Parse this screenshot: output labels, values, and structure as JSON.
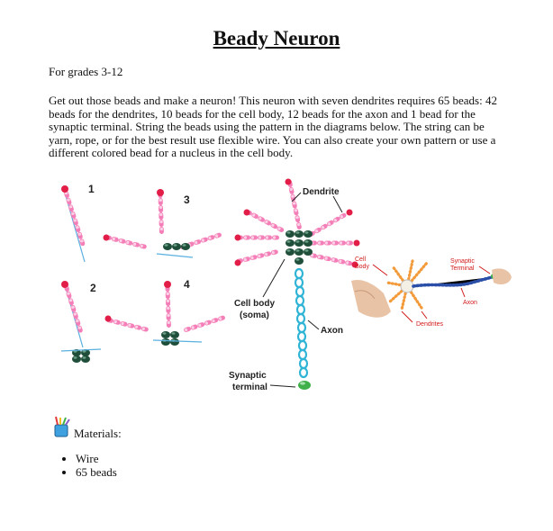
{
  "page": {
    "title": "Beady Neuron",
    "grades": "For grades 3-12",
    "intro": "Get out those beads and make a neuron! This neuron with seven dendrites requires 65 beads: 42 beads for the dendrites, 10 beads for the cell body, 12 beads for the axon and 1 bead for the synaptic terminal. String the beads using the pattern in the diagrams below. The string can be yarn, rope, or for the best result use flexible wire. You can also create your own pattern or use a different colored bead for a nucleus in the cell body."
  },
  "figure": {
    "steps": [
      "1",
      "2",
      "3",
      "4"
    ],
    "labels": {
      "dendrite": "Dendrite",
      "cell_body_1": "Cell body",
      "cell_body_2": "(soma)",
      "axon": "Axon",
      "synaptic_1": "Synaptic",
      "synaptic_2": "terminal"
    },
    "photo_labels": {
      "cell_1": "Cell",
      "cell_2": "Body",
      "syn_1": "Synaptic",
      "syn_2": "Terminal",
      "axon": "Axon",
      "dendrites": "Dendrites"
    }
  },
  "materials": {
    "icon": "art-supplies-icon",
    "label": "Materials:",
    "items": [
      "Wire",
      "65 beads"
    ]
  },
  "colors": {
    "pink": "#f47fb8",
    "light_pink": "#fbd0e4",
    "cyan": "#2fb4d6",
    "dark_bead": "#1f4f3a",
    "orange": "#f39a3a",
    "blue_bead": "#2b4fa8",
    "red_label": "#d21a1a"
  }
}
